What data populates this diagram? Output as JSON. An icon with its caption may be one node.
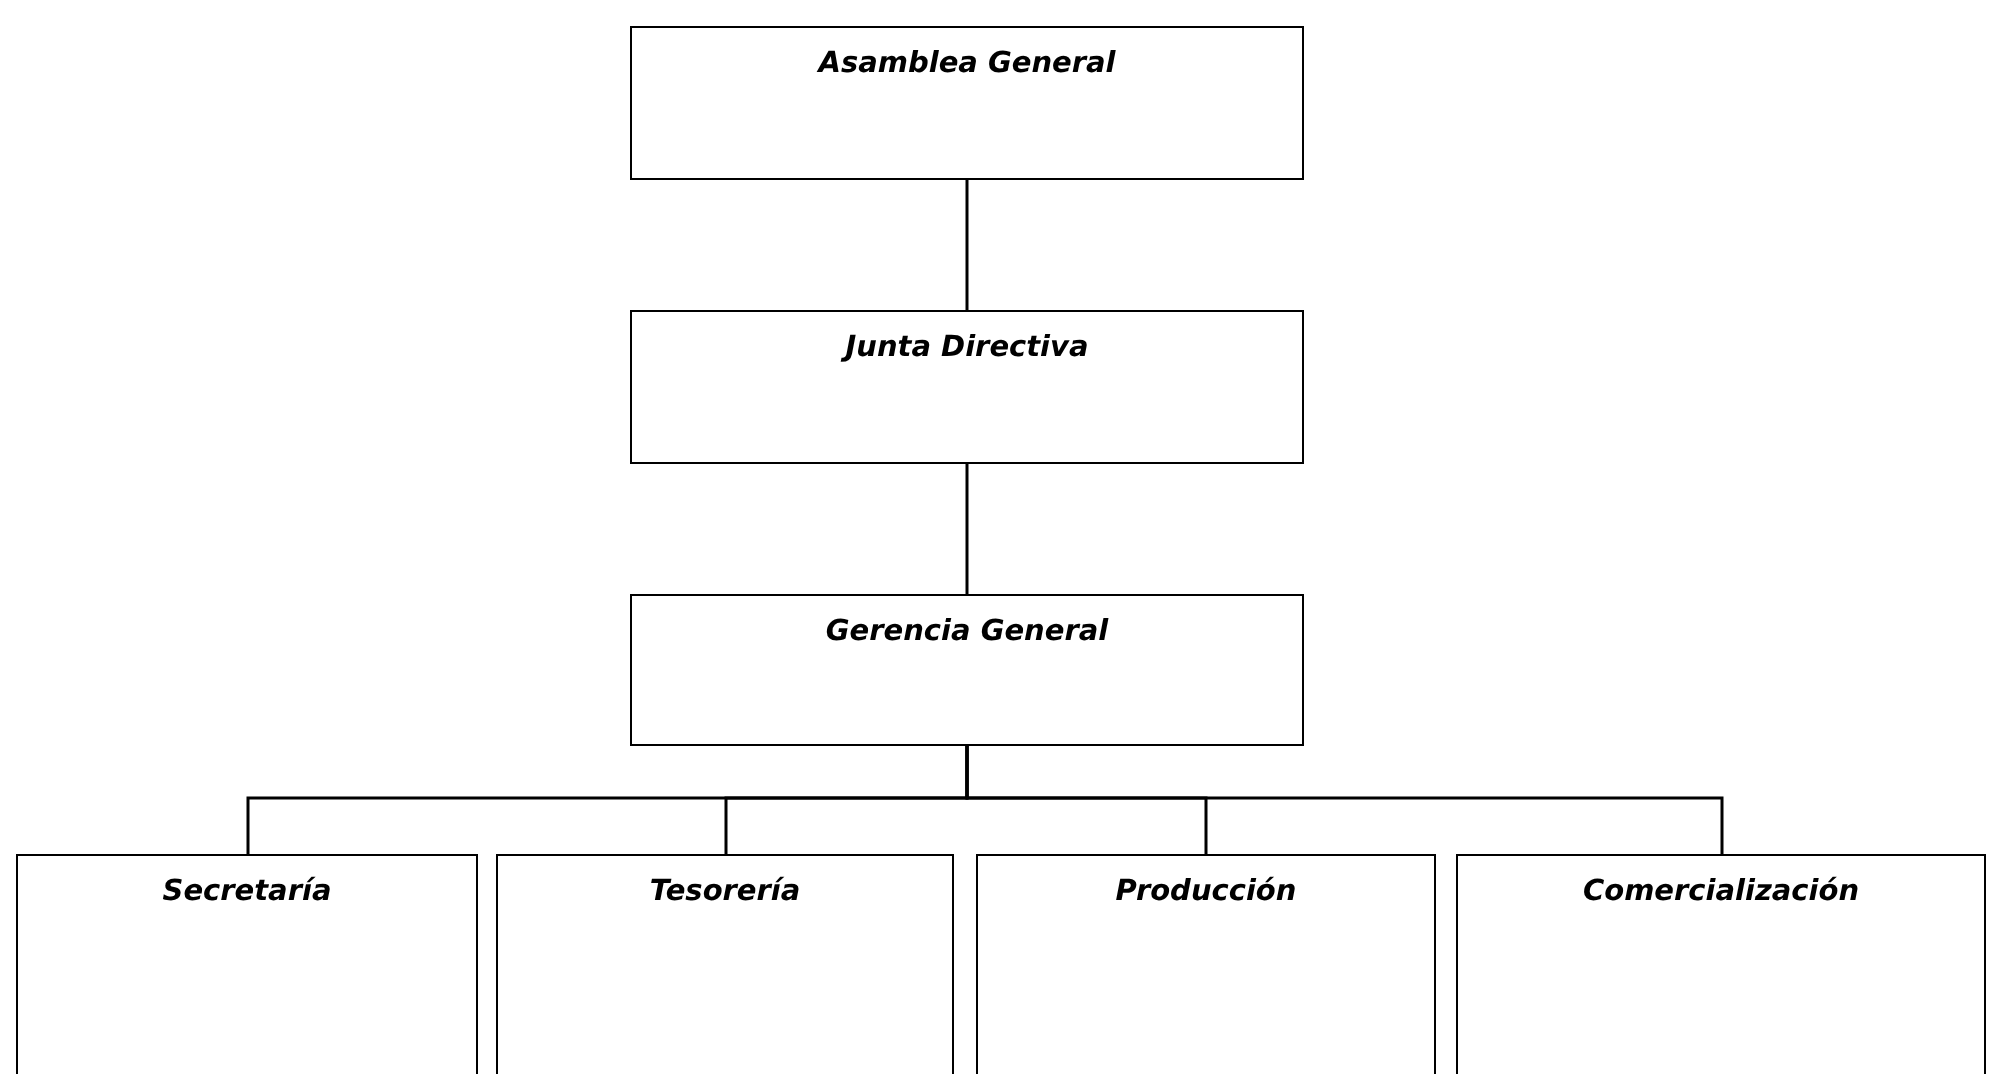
{
  "diagram": {
    "nodes": [
      {
        "text": [
          "Asamblea General"
        ]
      },
      {
        "text": [
          "Junta Directiva"
        ]
      },
      {
        "text": [
          "Gerencia General"
        ]
      },
      {
        "text": [
          "Secretaría"
        ]
      },
      {
        "text": [
          "Tesorería"
        ]
      },
      {
        "text": [
          "Producción"
        ]
      },
      {
        "text": [
          "Comercialización"
        ]
      }
    ],
    "edges": [
      {
        "from": 0,
        "to": 1,
        "arrow": "none"
      },
      {
        "from": 1,
        "to": 2,
        "arrow": "none"
      },
      {
        "from": 2,
        "to": 3,
        "arrow": "none"
      },
      {
        "from": 2,
        "to": 4,
        "arrow": "none"
      },
      {
        "from": 2,
        "to": 5,
        "arrow": "none"
      },
      {
        "from": 2,
        "to": 6,
        "arrow": "none"
      }
    ]
  }
}
